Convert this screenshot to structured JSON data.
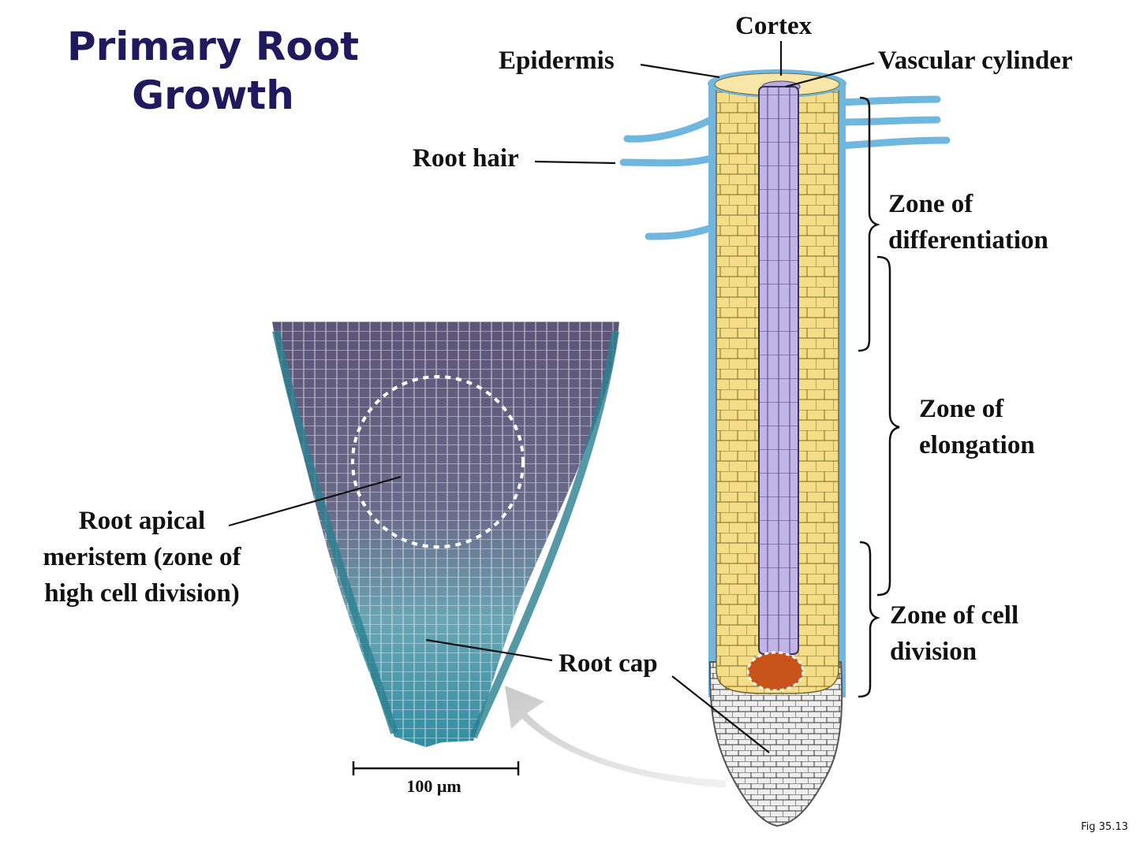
{
  "title_lines": [
    "Primary Root",
    "Growth"
  ],
  "labels": {
    "cortex": "Cortex",
    "epidermis": "Epidermis",
    "vascular_cylinder": "Vascular cylinder",
    "root_hair": "Root hair",
    "zone_differentiation": [
      "Zone of",
      "differentiation"
    ],
    "zone_elongation": [
      "Zone of",
      "elongation"
    ],
    "zone_cell_division": [
      "Zone of cell",
      "division"
    ],
    "root_apical_meristem": [
      "Root apical",
      "meristem (zone of",
      "high cell division)"
    ],
    "root_cap": "Root cap"
  },
  "scale_bar": "100 μm",
  "figure_ref": "Fig 35.13",
  "colors": {
    "title": "#1f1a5e",
    "epidermis": "#6fb7de",
    "cortex": "#f2d77a",
    "vascular": "#b7abe0",
    "meristem": "#c7531b",
    "micrograph_top": "#5d5478",
    "micrograph_bottom": "#3a9aaa"
  }
}
